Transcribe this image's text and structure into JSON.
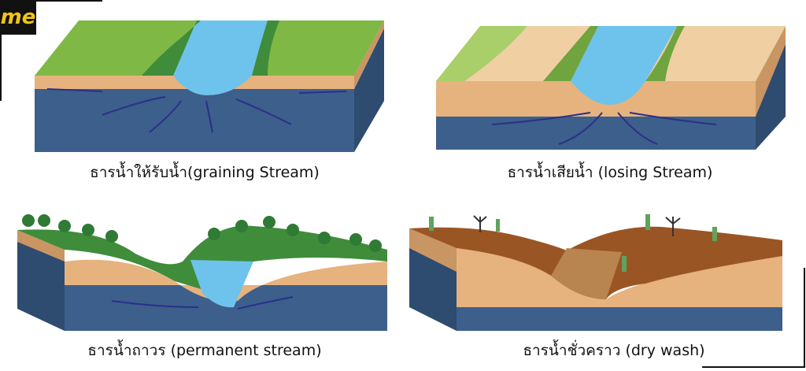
{
  "logo": {
    "text": "me",
    "bg_color": "#111111",
    "text_color": "#f2c511"
  },
  "panels": [
    {
      "id": "gaining",
      "caption": "ธารน้ำให้รับน้ำ(graining Stream)"
    },
    {
      "id": "losing",
      "caption": "ธารน้ำเสียน้ำ (losing Stream)"
    },
    {
      "id": "permanent",
      "caption": "ธารน้ำถาวร (permanent stream)"
    },
    {
      "id": "dry",
      "caption": "ธารน้ำชั่วคราว (dry wash)"
    }
  ],
  "colors": {
    "grass": "#7fb845",
    "dark_grass": "#3f8c3a",
    "water": "#6ec3ec",
    "soil": "#e6b27e",
    "bedrock": "#3d5f8b",
    "arrow": "#2b2f8a",
    "desert_soil": "#9a5525"
  }
}
